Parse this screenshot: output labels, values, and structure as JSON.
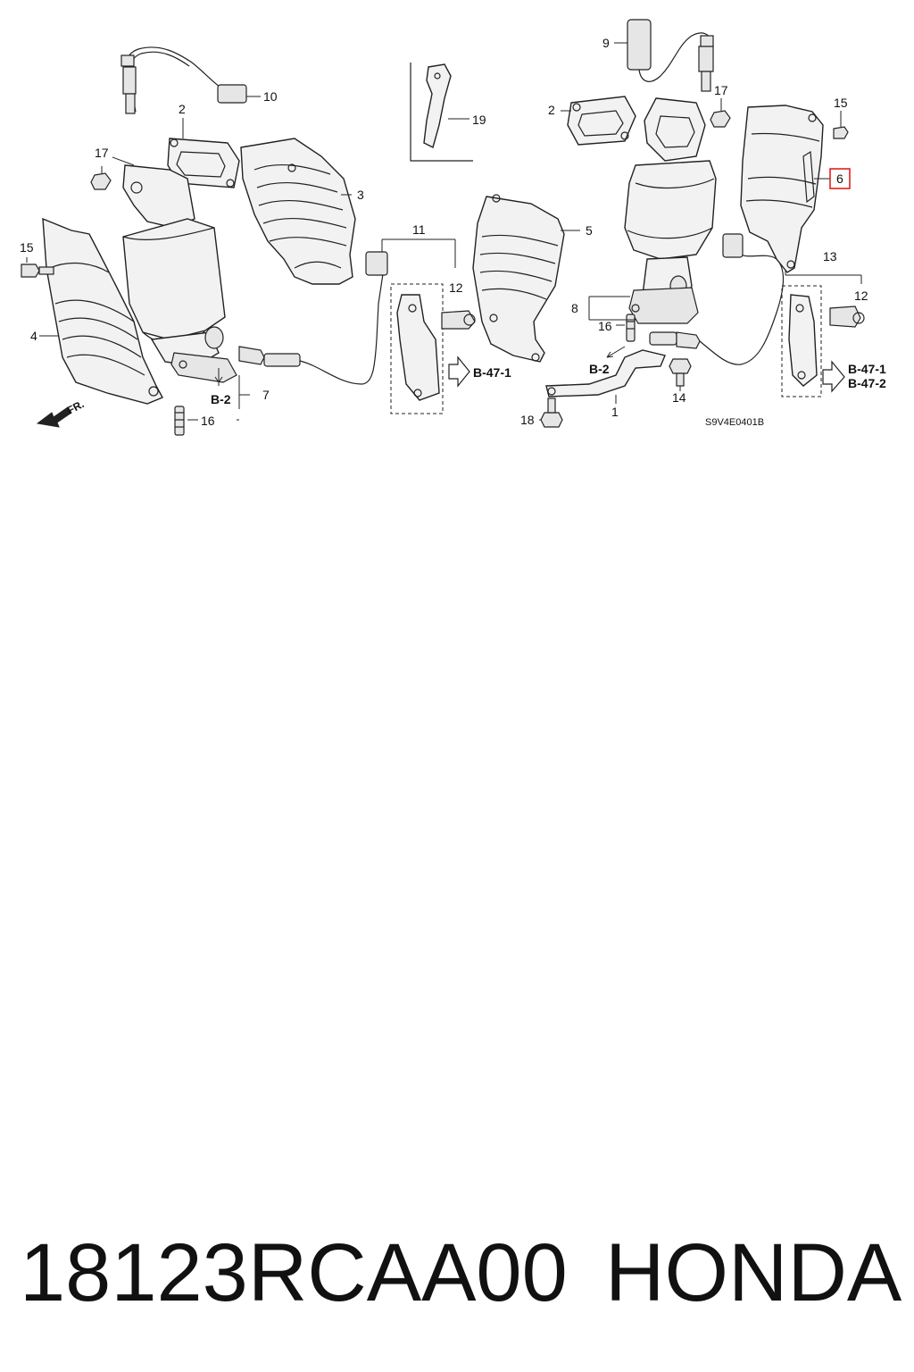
{
  "callouts": {
    "c1": "1",
    "c2a": "2",
    "c2b": "2",
    "c3": "3",
    "c4": "4",
    "c5": "5",
    "c6": "6",
    "c7": "7",
    "c8": "8",
    "c9": "9",
    "c10": "10",
    "c11": "11",
    "c12a": "12",
    "c12b": "12",
    "c13": "13",
    "c14": "14",
    "c15a": "15",
    "c15b": "15",
    "c16a": "16",
    "c16b": "16",
    "c17a": "17",
    "c17b": "17",
    "c18": "18",
    "c19": "19"
  },
  "refs": {
    "b2_left": "B-2",
    "b2_right": "B-2",
    "b471_left": "B-47-1",
    "b471_right": "B-47-1",
    "b472_right": "B-47-2"
  },
  "front_label": "FR.",
  "diagram_code": "S9V4E0401B",
  "highlighted_callout": "6",
  "footer": {
    "part_number": "18123RCAA00",
    "brand": "HONDA"
  },
  "colors": {
    "line": "#222222",
    "highlight": "#e02020",
    "part_fill": "#f2f2f2"
  }
}
